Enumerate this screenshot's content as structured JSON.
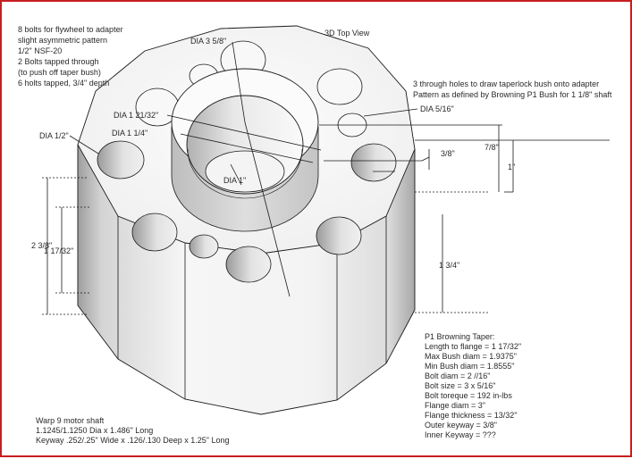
{
  "view_title": "3D Top View",
  "notes_top_left": [
    "8 bolts for flywheel to adapter",
    "slight asymmetric pattern",
    "1/2\" NSF-20",
    "2 Bolts tapped through",
    "(to push off taper bush)",
    "6 holts tapped, 3/4\" depth"
  ],
  "notes_top_right": [
    "3 through holes to draw taperlock bush onto adapter",
    "Pattern as defined by Browning P1 Bush for 1 1/8\" shaft"
  ],
  "dims": {
    "dia_3_58": "DIA 3 5/8\"",
    "dia_1_2132": "DIA 1 21/32\"",
    "dia_1_14": "DIA 1 1/4\"",
    "dia_12": "DIA 1/2\"",
    "dia_1": "DIA 1\"",
    "dia_516": "DIA 5/16\"",
    "d_38": "3/8\"",
    "d_78": "7/8\"",
    "d_1": "1\"",
    "d_2_38": "2 3/8\"",
    "d_1_1732": "1 17/32\"",
    "d_1_34": "1 3/4\""
  },
  "notes_bottom_right": [
    "P1 Browning Taper:",
    "Length to flange = 1 17/32\"",
    "Max Bush diam = 1.9375\"",
    "Min Bush diam = 1.8555\"",
    "Bolt diam = 2 //16\"",
    "Bolt size = 3 x 5/16\"",
    "Bolt toreque = 192 in-lbs",
    "Flange diam = 3\"",
    "Flange thickness = 13/32\"",
    "Outer keyway = 3/8\"",
    "Inner Keyway = ???"
  ],
  "notes_bottom_left": [
    "Warp 9 motor shaft",
    "1.1245/1.1250 Dia x 1.486\" Long",
    "Keyway .252/.25\" Wide x .126/.130 Deep x 1.25\" Long"
  ],
  "colors": {
    "frame": "#c81e1e",
    "face": "#f7f7f7",
    "side_light": "#f2f2f2",
    "side_dark": "#b9b9b9",
    "hole": "#d8d8d8",
    "line": "#1a1a1a"
  }
}
